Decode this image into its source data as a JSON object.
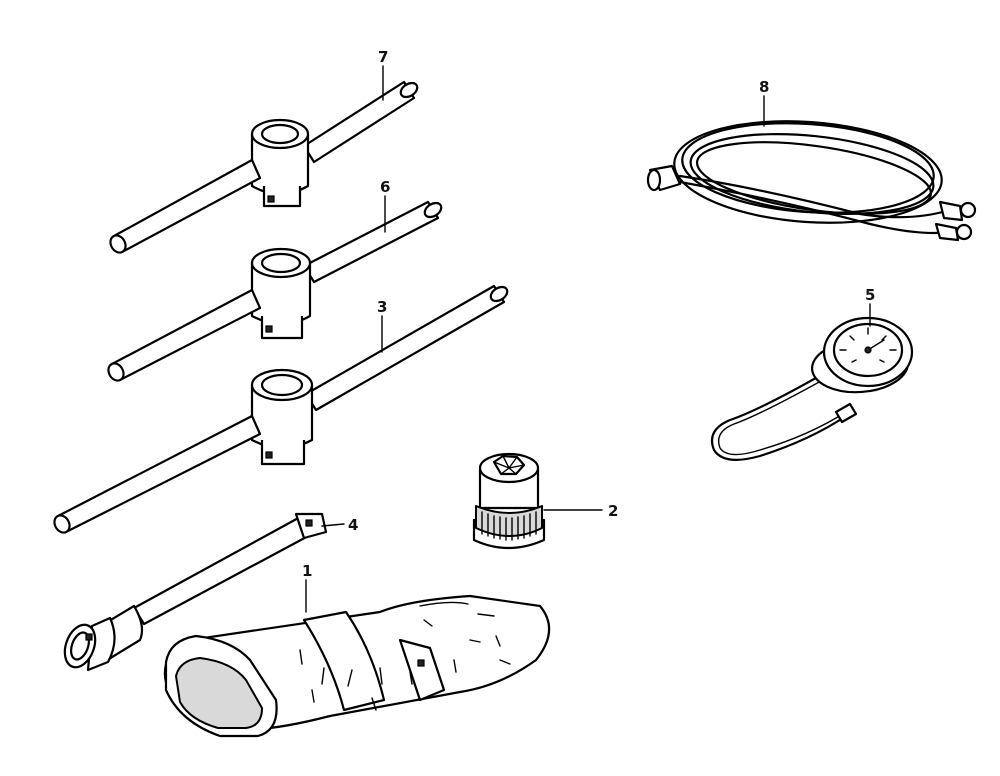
{
  "callouts": {
    "bag": "1",
    "socket": "2",
    "wrench_large": "3",
    "extension_bar": "4",
    "pressure_gauge": "5",
    "wrench_middle": "6",
    "wrench_top": "7",
    "hose": "8"
  }
}
